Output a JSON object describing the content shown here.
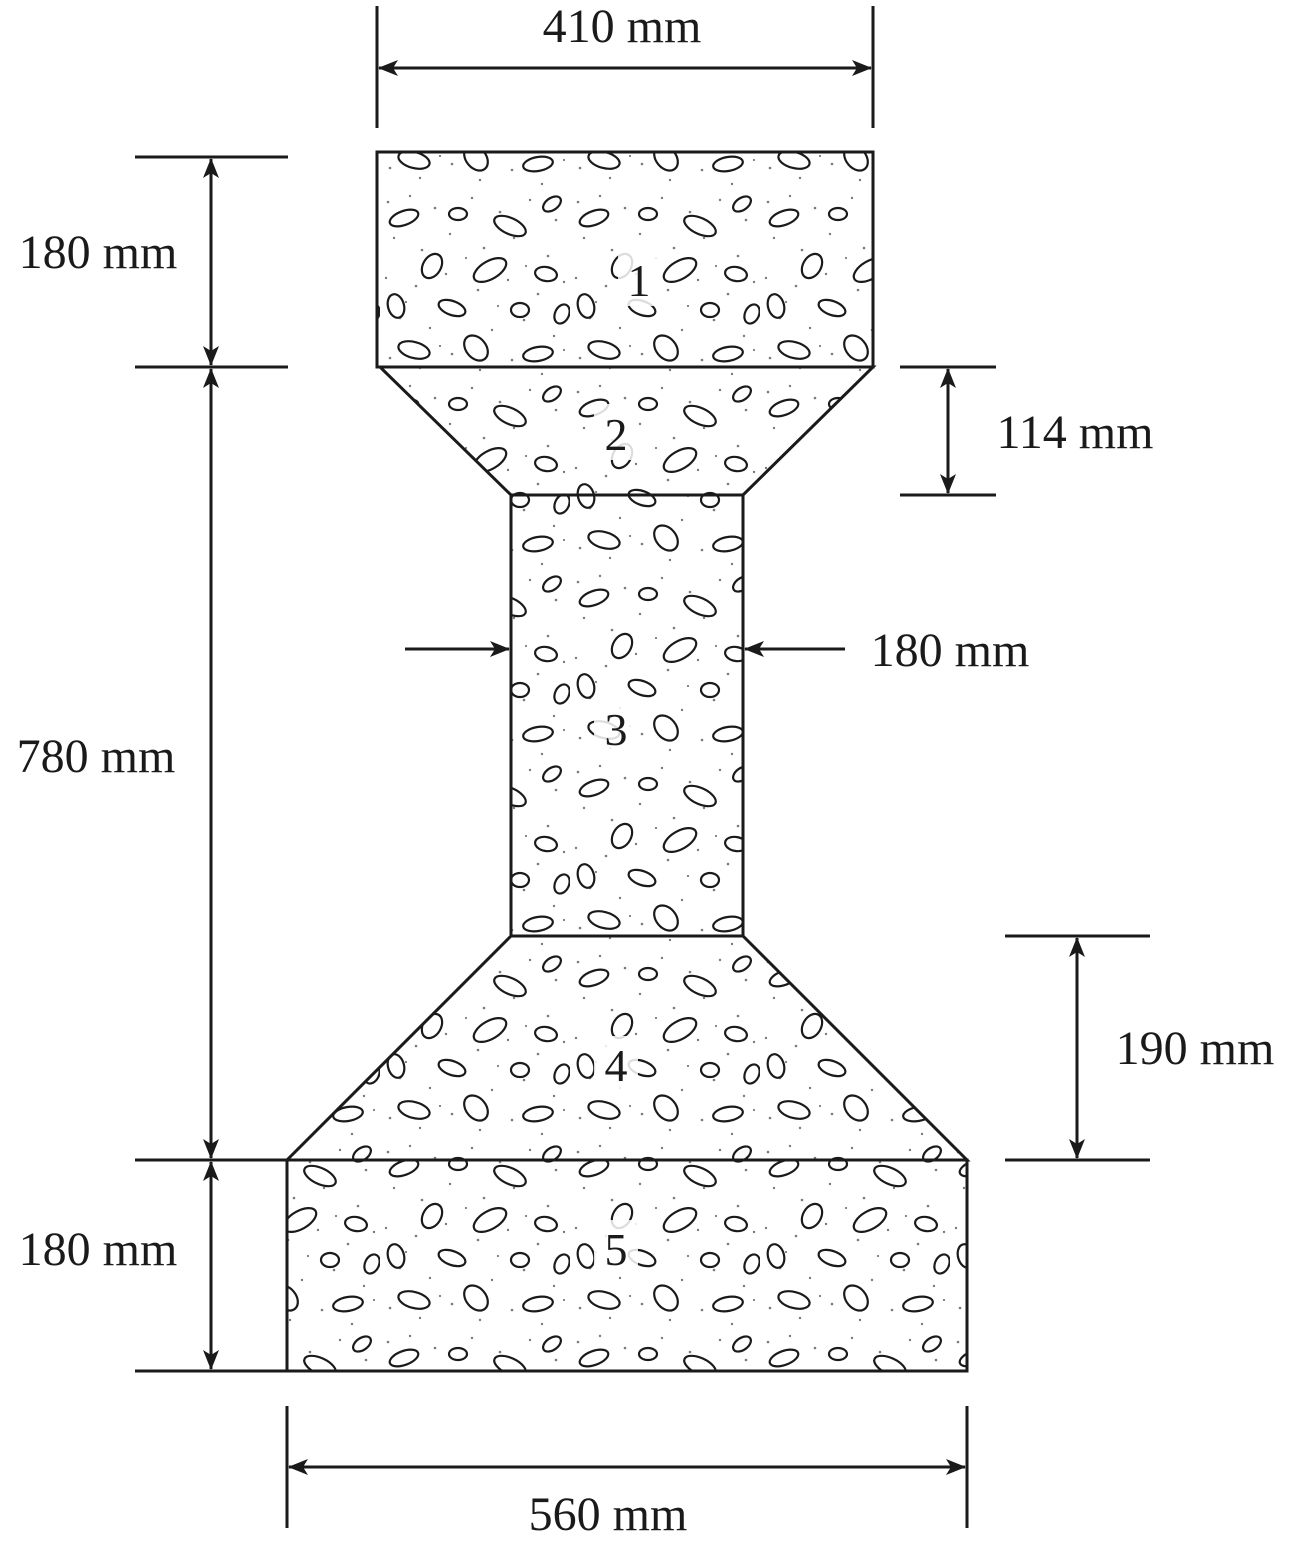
{
  "segments": [
    {
      "id": 1,
      "label": "1"
    },
    {
      "id": 2,
      "label": "2"
    },
    {
      "id": 3,
      "label": "3"
    },
    {
      "id": 4,
      "label": "4"
    },
    {
      "id": 5,
      "label": "5"
    }
  ],
  "dimensions": {
    "top_width": "410 mm",
    "top_height": "180 mm",
    "middle_height": "780 mm",
    "bottom_height": "180 mm",
    "upper_taper_height": "114 mm",
    "column_width": "180 mm",
    "lower_taper_height": "190 mm",
    "bottom_width": "560 mm"
  },
  "colors": {
    "line": "#1a1a1a",
    "fill": "#ffffff"
  }
}
